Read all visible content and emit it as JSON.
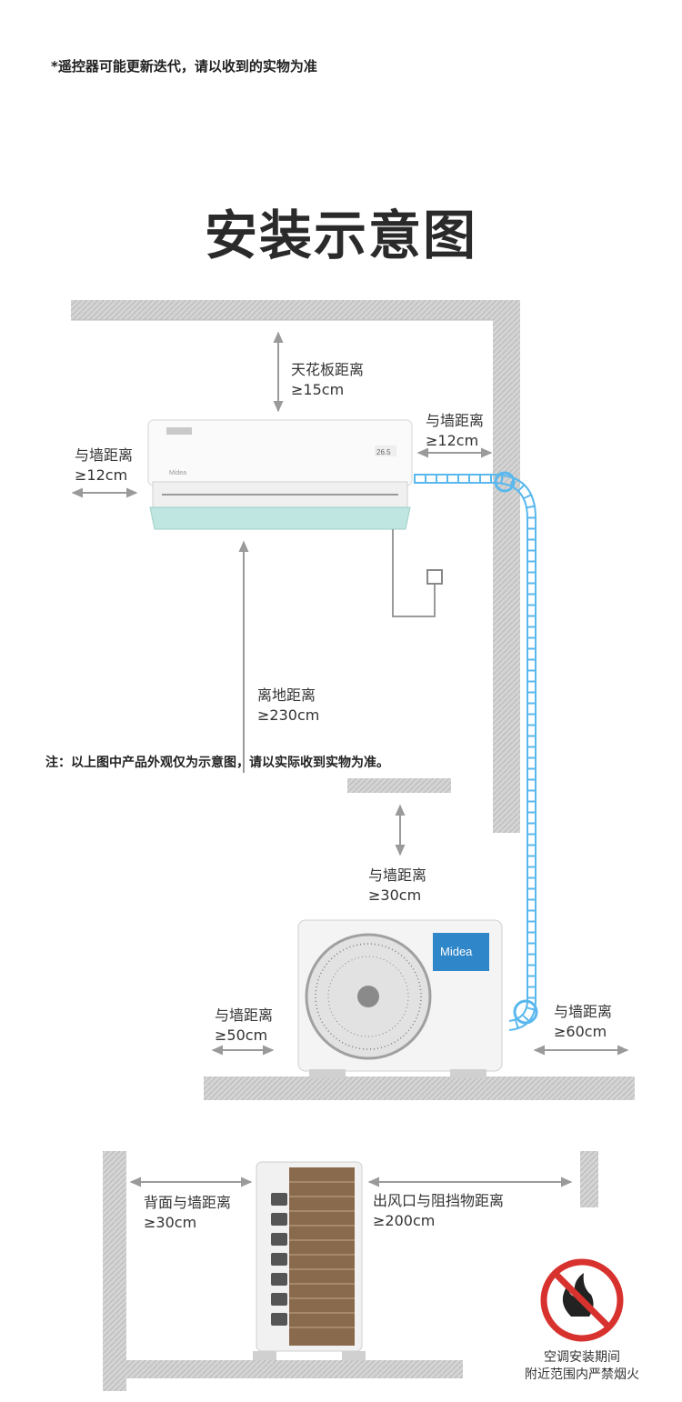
{
  "top_note": "*遥控器可能更新迭代，请以收到的实物为准",
  "title": "安装示意图",
  "indoor": {
    "ceiling": {
      "label": "天花板距离",
      "value": "≥15cm"
    },
    "right_wall": {
      "label": "与墙距离",
      "value": "≥12cm"
    },
    "left_wall": {
      "label": "与墙距离",
      "value": "≥12cm"
    },
    "floor": {
      "label": "离地距离",
      "value": "≥230cm"
    },
    "brand_text": "Midea",
    "display_text": "26.5"
  },
  "mid_note": "注：以上图中产品外观仅为示意图，请以实际收到实物为准。",
  "outdoor": {
    "top": {
      "label": "与墙距离",
      "value": "≥30cm"
    },
    "left": {
      "label": "与墙距离",
      "value": "≥50cm"
    },
    "right": {
      "label": "与墙距离",
      "value": "≥60cm"
    },
    "logo": "Midea"
  },
  "side_view": {
    "back": {
      "label": "背面与墙距离",
      "value": "≥30cm"
    },
    "outlet": {
      "label": "出风口与阻挡物距离",
      "value": "≥200cm"
    }
  },
  "no_smoking": {
    "line1": "空调安装期间",
    "line2": "附近范围内严禁烟火"
  },
  "colors": {
    "wall": "#c8c8c8",
    "pipe": "#59b8ee",
    "arrow": "#9a9a9a",
    "prohibit": "#d8322e"
  }
}
